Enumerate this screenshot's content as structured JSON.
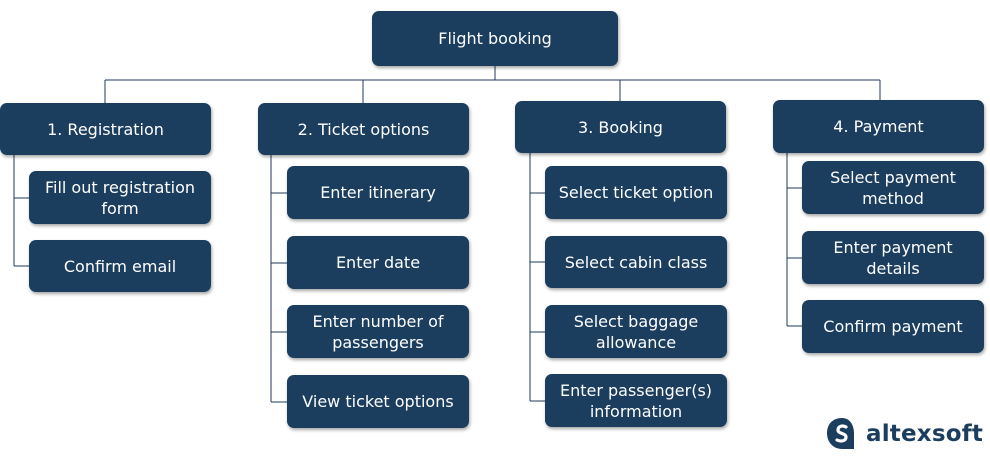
{
  "root": {
    "label": "Flight booking"
  },
  "groups": [
    {
      "label": "1. Registration",
      "items": [
        "Fill out registration\nform",
        "Confirm email"
      ]
    },
    {
      "label": "2. Ticket options",
      "items": [
        "Enter itinerary",
        "Enter date",
        "Enter number of\npassengers",
        "View ticket options"
      ]
    },
    {
      "label": "3. Booking",
      "items": [
        "Select ticket option",
        "Select cabin class",
        "Select baggage\nallowance",
        "Enter passenger(s)\ninformation"
      ]
    },
    {
      "label": "4. Payment",
      "items": [
        "Select payment\nmethod",
        "Enter payment\ndetails",
        "Confirm payment"
      ]
    }
  ],
  "brand": {
    "name": "altexsoft",
    "icon": "altexsoft-logo-icon",
    "color": "#1b3d5e"
  },
  "colors": {
    "node_fill": "#1b3d5e",
    "node_text": "#ffffff",
    "connector": "#1e3a57"
  }
}
